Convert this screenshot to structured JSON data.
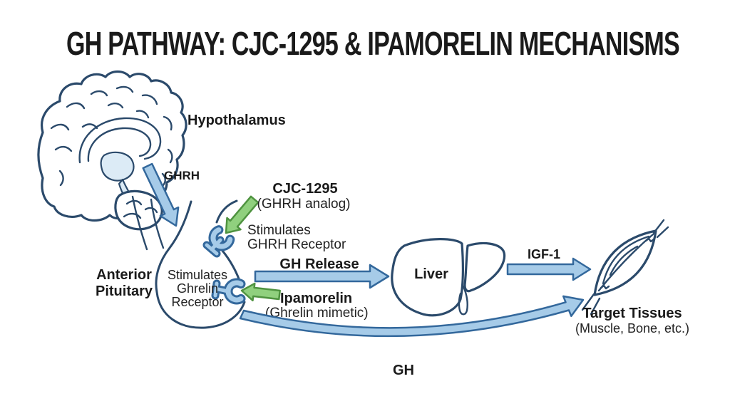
{
  "title": "GH PATHWAY: CJC-1295 & IPAMORELIN MECHANISMS",
  "diagram": {
    "hypothalamus": {
      "label": "Hypothalamus"
    },
    "ghrh_arrow": {
      "label": "GHRH"
    },
    "cjc": {
      "name": "CJC-1295",
      "subtitle": "(GHRH analog)",
      "action_line1": "Stimulates",
      "action_line2": "GHRH Receptor"
    },
    "pituitary": {
      "label_line1": "Anterior",
      "label_line2": "Pituitary",
      "receptor_line1": "Stimulates",
      "receptor_line2": "Ghrelin",
      "receptor_line3": "Receptor"
    },
    "ipamorelin": {
      "name": "Ipamorelin",
      "subtitle": "(Ghrelin mimetic)"
    },
    "gh_release_arrow": {
      "label": "GH Release"
    },
    "liver": {
      "label": "Liver"
    },
    "igf1_arrow": {
      "label": "IGF-1"
    },
    "target_tissues": {
      "name": "Target Tissues",
      "subtitle": "(Muscle, Bone, etc.)"
    },
    "gh_arrow": {
      "label": "GH"
    }
  },
  "colors": {
    "outline_navy": "#2b4a6b",
    "arrow_blue_fill": "#a6cbe8",
    "arrow_blue_stroke": "#33689c",
    "arrow_green_fill": "#90d07e",
    "arrow_green_stroke": "#4f9340",
    "hypothalamus_shade": "#dcebf6",
    "text": "#1a1a1a",
    "background": "#ffffff"
  }
}
